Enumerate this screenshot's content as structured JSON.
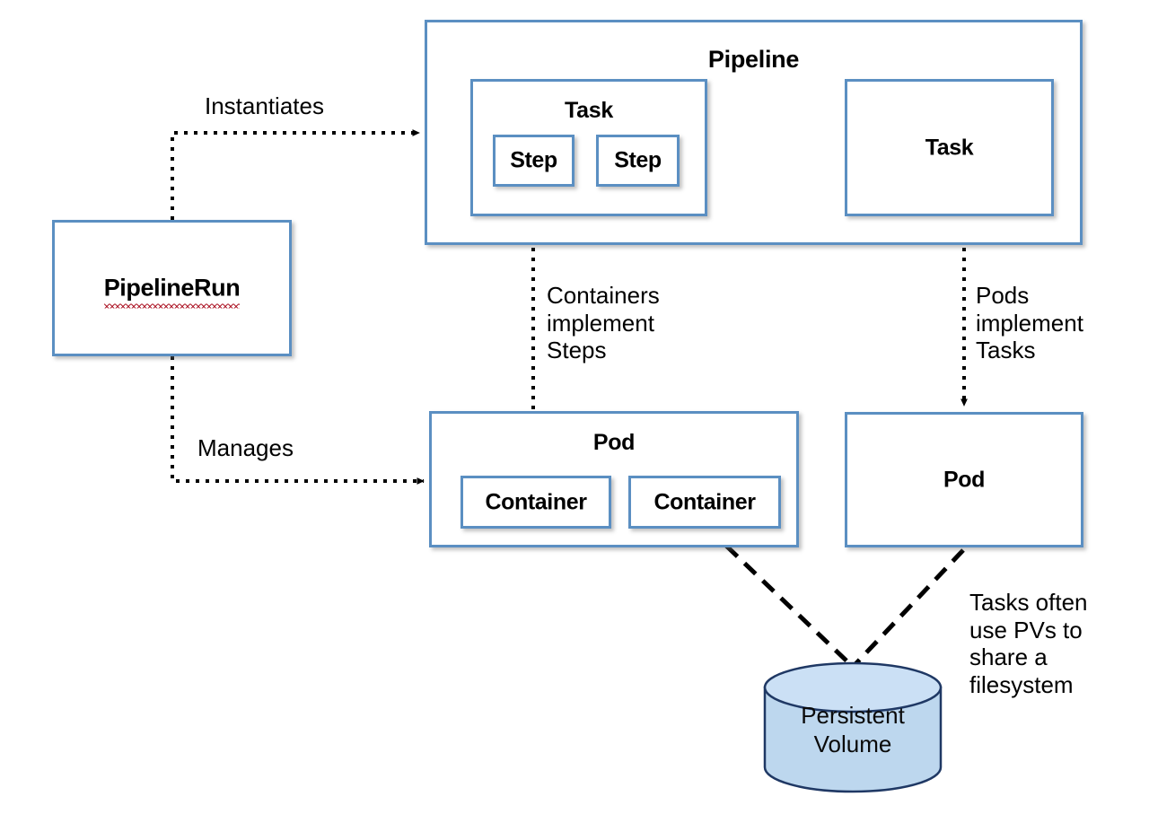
{
  "diagram": {
    "title": "Tekton Pipeline to Kubernetes mapping diagram",
    "colors": {
      "box_border": "#5B8FC2",
      "box_fill": "#FFFFFF",
      "cylinder_fill": "#BDD7EE",
      "cylinder_border": "#1F3864",
      "connector": "#000000",
      "spellcheck_underline": "#B02030"
    },
    "nodes": {
      "pipeline": {
        "label": "Pipeline"
      },
      "task_left": {
        "label": "Task"
      },
      "task_right": {
        "label": "Task"
      },
      "step_one": {
        "label": "Step"
      },
      "step_two": {
        "label": "Step"
      },
      "pipelinerun": {
        "label": "PipelineRun"
      },
      "pod_left": {
        "label": "Pod"
      },
      "pod_right": {
        "label": "Pod"
      },
      "container_one": {
        "label": "Container"
      },
      "container_two": {
        "label": "Container"
      },
      "persistent_volume": {
        "label": "Persistent\nVolume"
      }
    },
    "edges": {
      "instantiates": {
        "label": "Instantiates",
        "style": "dotted-arrow"
      },
      "manages": {
        "label": "Manages",
        "style": "dotted-arrow"
      },
      "containers_implement_steps": {
        "label": "Containers\nimplement\nSteps",
        "style": "dotted-arrow"
      },
      "pods_implement_tasks": {
        "label": "Pods\nimplement\nTasks",
        "style": "dotted-arrow"
      },
      "pv_note": {
        "label": "Tasks often\nuse PVs to\nshare a\nfilesystem",
        "style": "dashed-line"
      }
    }
  }
}
